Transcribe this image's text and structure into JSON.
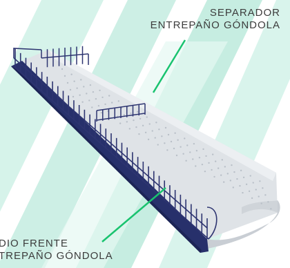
{
  "labels": {
    "top": {
      "line1": "SEPARADOR",
      "line2": "ENTREPAÑO GÓNDOLA"
    },
    "bottom": {
      "line1": "DIO FRENTE",
      "line2": "TREPAÑO GÓNDOLA"
    }
  },
  "colors": {
    "background_stripe": "#c9eee3",
    "background_stripe_alt": "#e4f7f1",
    "shelf_top": "#dde1e5",
    "shelf_top_shadow": "#c8ced4",
    "shelf_front_rail": "#27306b",
    "wire_fence": "#2d3470",
    "leader_line": "#19c36f",
    "label_text": "#3c3c3c"
  },
  "icons": {
    "product": "gondola-shelf-illustration"
  }
}
